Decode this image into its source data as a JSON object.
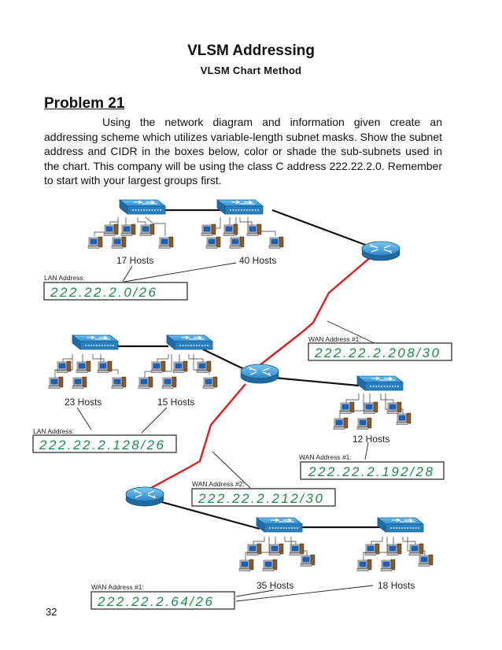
{
  "header": {
    "title": "VLSM Addressing",
    "subtitle": "VLSM Chart Method"
  },
  "problem": {
    "heading": "Problem 21",
    "text": "Using the network diagram and information given create an addressing scheme which utilizes variable-length subnet masks.  Show the subnet address and CIDR in the boxes below, color or shade the sub-subnets used in the chart.  This company will be using the class C address 222.22.2.0. Remember to start with your largest groups first."
  },
  "diagram": {
    "hosts": {
      "h17": "17 Hosts",
      "h40": "40 Hosts",
      "h23": "23 Hosts",
      "h15": "15 Hosts",
      "h12": "12 Hosts",
      "h35": "35 Hosts",
      "h18": "18 Hosts"
    },
    "address_labels": {
      "lan1": "LAN Address:",
      "lan2": "LAN Address:",
      "wan_top": "WAN Address #1:",
      "wan_mid": "WAN Address #1:",
      "wan_left": "WAN Address #2:",
      "wan_bottom": "WAN Address #1:"
    },
    "answers": {
      "lan1": "222.22.2.0/26",
      "wan_top": "222.22.2.208/30",
      "lan2": "222.22.2.128/26",
      "wan_mid": "222.22.2.192/28",
      "wan_left": "222.22.2.212/30",
      "wan_bottom": "222.22.2.64/26"
    },
    "colors": {
      "switch": "#3a9ad9",
      "router": "#3a9ad9",
      "wan_link": "#e21b1b",
      "answer_ink": "#1e8a4a"
    }
  },
  "footer": {
    "page_number": "32"
  }
}
